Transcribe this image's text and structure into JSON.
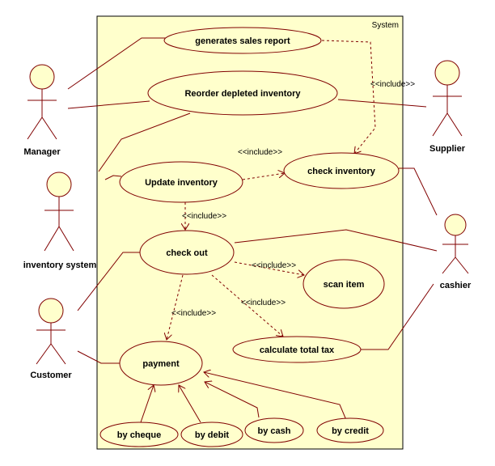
{
  "system": {
    "title": "System"
  },
  "actors": {
    "manager": "Manager",
    "supplier": "Supplier",
    "inventory_system": "inventory system",
    "cashier": "cashier",
    "customer": "Customer"
  },
  "use_cases": {
    "generates_sales_report": "generates sales report",
    "reorder_depleted_inventory": "Reorder depleted inventory",
    "update_inventory": "Update inventory",
    "check_inventory": "check inventory",
    "check_out": "check out",
    "scan_item": "scan item",
    "calculate_total_tax": "calculate total tax",
    "payment": "payment",
    "by_cheque": "by cheque",
    "by_debit": "by debit",
    "by_cash": "by cash",
    "by_credit": "by credit"
  },
  "stereotypes": {
    "include": "<<include>>"
  },
  "colors": {
    "system_fill": "#ffffcc",
    "line": "#800000",
    "actor_fill": "#ffffcc"
  }
}
